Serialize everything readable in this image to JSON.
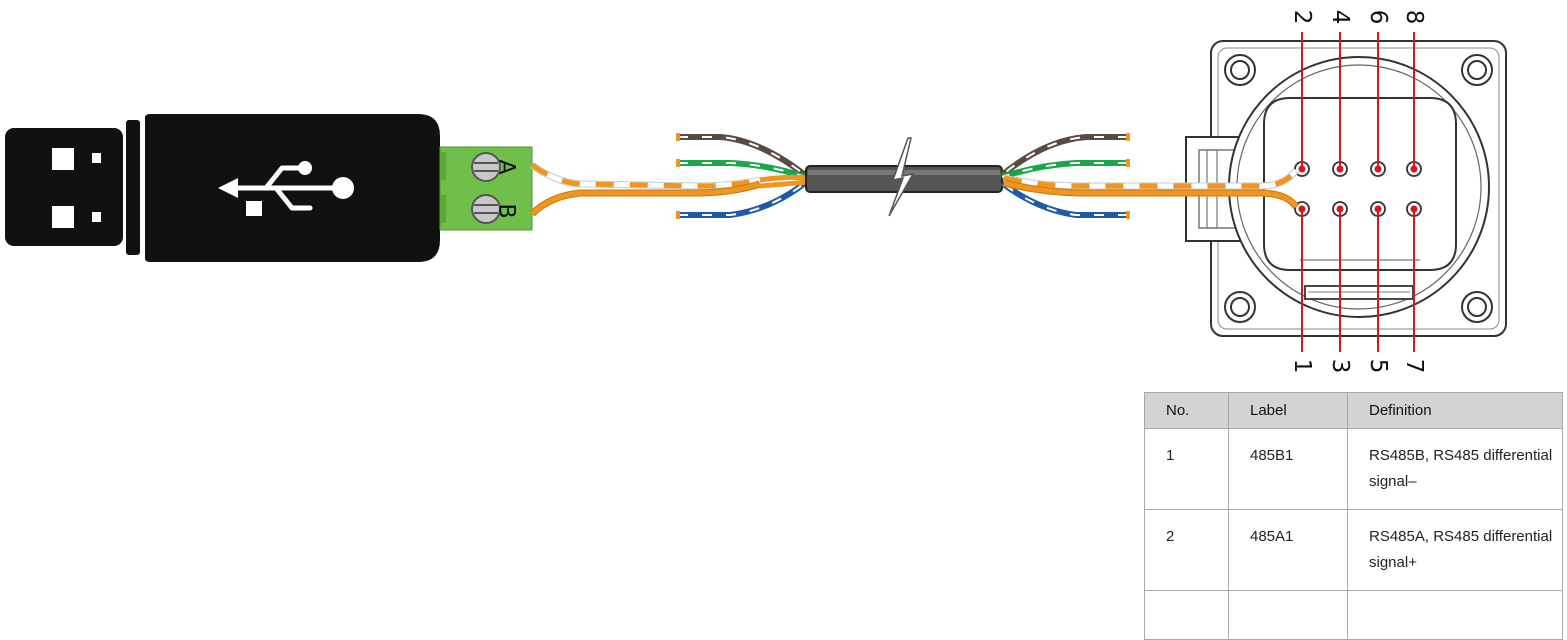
{
  "diagram": {
    "terminal_labels": [
      "A",
      "B"
    ],
    "pin_numbers_top": [
      "2",
      "4",
      "6",
      "8"
    ],
    "pin_numbers_bottom": [
      "1",
      "3",
      "5",
      "7"
    ]
  },
  "table": {
    "headers": [
      "No.",
      "Label",
      "Definition"
    ],
    "rows": [
      {
        "no": "1",
        "label": "485B1",
        "definition": "RS485B, RS485 differential signal–"
      },
      {
        "no": "2",
        "label": "485A1",
        "definition": "RS485A, RS485 differential signal+"
      }
    ]
  },
  "colors": {
    "wire_orange": "#f0961e",
    "wire_green": "#1aa64a",
    "wire_blue": "#1f5aa8",
    "wire_brown": "#5a4a42",
    "terminal_green": "#6fbf4a",
    "pin_marker_red": "#e0121b",
    "cable_jacket": "#555555"
  },
  "icons": [
    "usb-icon"
  ]
}
